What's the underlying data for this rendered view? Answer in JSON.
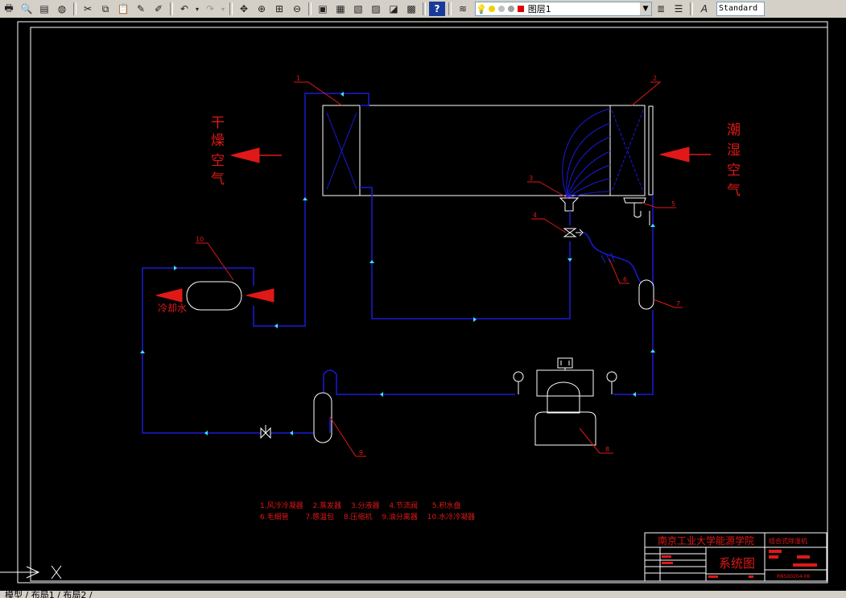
{
  "toolbar": {
    "layer_name": "图层1",
    "text_style": "Standard"
  },
  "drawing": {
    "label_dry": [
      "干",
      "燥",
      "空",
      "气"
    ],
    "label_humid": [
      "潮",
      "湿",
      "空",
      "气"
    ],
    "label_cooling_water": "冷却水",
    "numbers": [
      "1",
      "2",
      "3",
      "4",
      "5",
      "6",
      "7",
      "8",
      "9",
      "10"
    ],
    "legend_row1": "1.风冷冷凝器　 2.蒸发器　 3.分液器　 4.节流阀　　5.积水盘",
    "legend_row2": "6.毛细管　　 7.感温包　 8.压缩机　 9.油分离器　 10.水冷冷凝器"
  },
  "title_block": {
    "school": "南京工业大学能源学院",
    "project": "组合式除湿机",
    "drawing_name": "系统图",
    "drawing_no": "RNS00204-06"
  },
  "tabs": {
    "text": "模型 / 布局1 / 布局2 /"
  },
  "colors": {
    "pipe": "#1a1ad8",
    "label_red": "#e01818",
    "line_white": "#ffffff",
    "arrow_cyan": "#40e0ff"
  }
}
